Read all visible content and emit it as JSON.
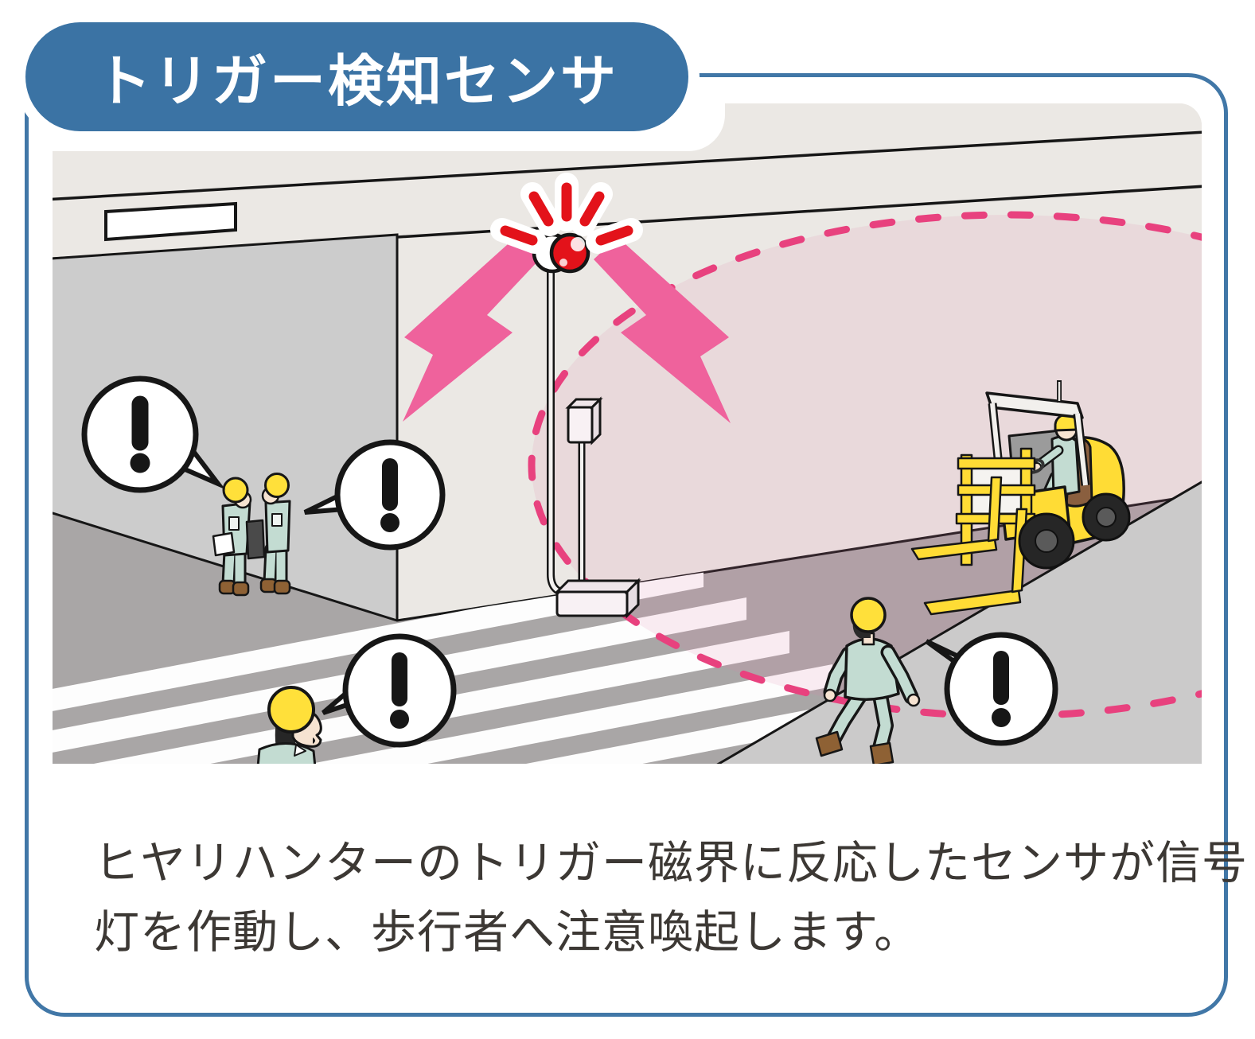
{
  "title_badge": {
    "label": "トリガー検知センサ"
  },
  "caption": {
    "line1": "ヒヤリハンターのトリガー磁界に反応したセンサが信号",
    "line2": "灯を作動し、歩行者へ注意喚起します。"
  },
  "illustration": {
    "exclamation_mark": "!",
    "icons": [
      "signal-light-icon",
      "flash-rays-icon",
      "lightning-bolt-icon",
      "detection-zone",
      "sensor-unit-icon",
      "forklift-icon",
      "standing-workers-icon",
      "walking-worker-icon",
      "bottom-worker-icon",
      "exclamation-bubble-icon",
      "crosswalk",
      "wall-sign"
    ],
    "colors": {
      "frame_blue": "#4177A7",
      "badge_blue": "#3B73A4",
      "zone_pink_dash": "#E8417E",
      "bolt_pink": "#EF629C",
      "alert_red": "#E3121A",
      "forklift_yellow": "#FFDC35",
      "helmet_yellow": "#FFE03A",
      "uniform_green": "#C3DCD2",
      "wall_light": "#EBE8E4",
      "wall_gray": "#CCCCCC",
      "road_gray": "#A9A6A6",
      "sidewalk_gray": "#CBCACA",
      "caption_text": "#3C3834"
    }
  }
}
